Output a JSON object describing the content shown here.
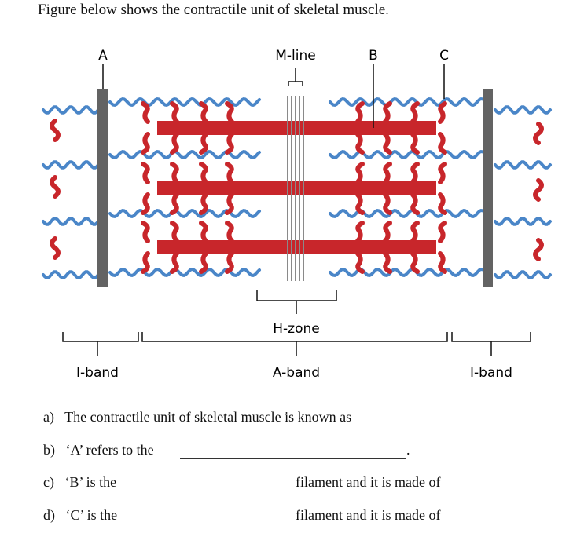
{
  "title": "Figure below shows the contractile unit of skeletal muscle.",
  "diagram": {
    "label_a": "A",
    "label_mline": "M-line",
    "label_b": "B",
    "label_c": "C",
    "label_hzone": "H-zone",
    "label_iband_left": "I-band",
    "label_aband": "A-band",
    "label_iband_right": "I-band",
    "colors": {
      "thick": "#c8262b",
      "thin": "#4a86c8",
      "zdisc": "#636363",
      "mline": "#8a8a8a"
    }
  },
  "questions": [
    {
      "prefix": "a)",
      "text": "The contractile unit of skeletal muscle is known as"
    },
    {
      "prefix": "b)",
      "text": "‘A’ refers to the",
      "suffix": "."
    },
    {
      "prefix": "c)",
      "text": "‘B’ is the",
      "mid": "filament and it is made of"
    },
    {
      "prefix": "d)",
      "text": "‘C’ is the",
      "mid": "filament and it is made of"
    }
  ]
}
